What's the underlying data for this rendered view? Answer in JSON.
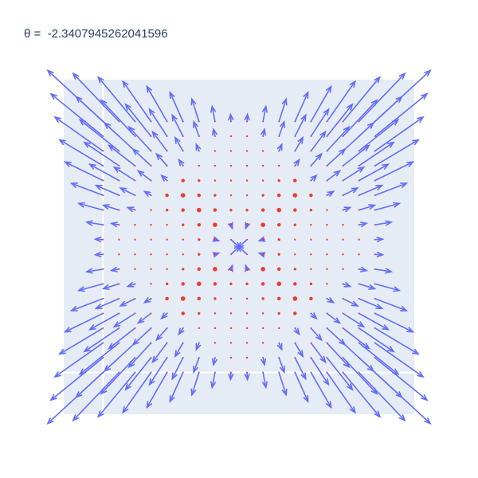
{
  "chart_data": {
    "type": "quiver",
    "title": "θ =  -2.3407945262041596",
    "xlabel": "",
    "ylabel": "",
    "xlim": [
      -1.3,
      10.3
    ],
    "ylim": [
      -1.5,
      10.5
    ],
    "grid": true,
    "legend": "none",
    "grid_size": 18,
    "grid_range": [
      0,
      9
    ],
    "arrow_scale": 0.55,
    "point_series": "red dots at grid nodes",
    "arrow_series": "vector field arrows"
  },
  "colors": {
    "plot_bg": "#e5ecf6",
    "grid": "#ffffff",
    "arrow": "#636efa",
    "point": "#ef3b2c",
    "title": "#2a3f5f"
  }
}
